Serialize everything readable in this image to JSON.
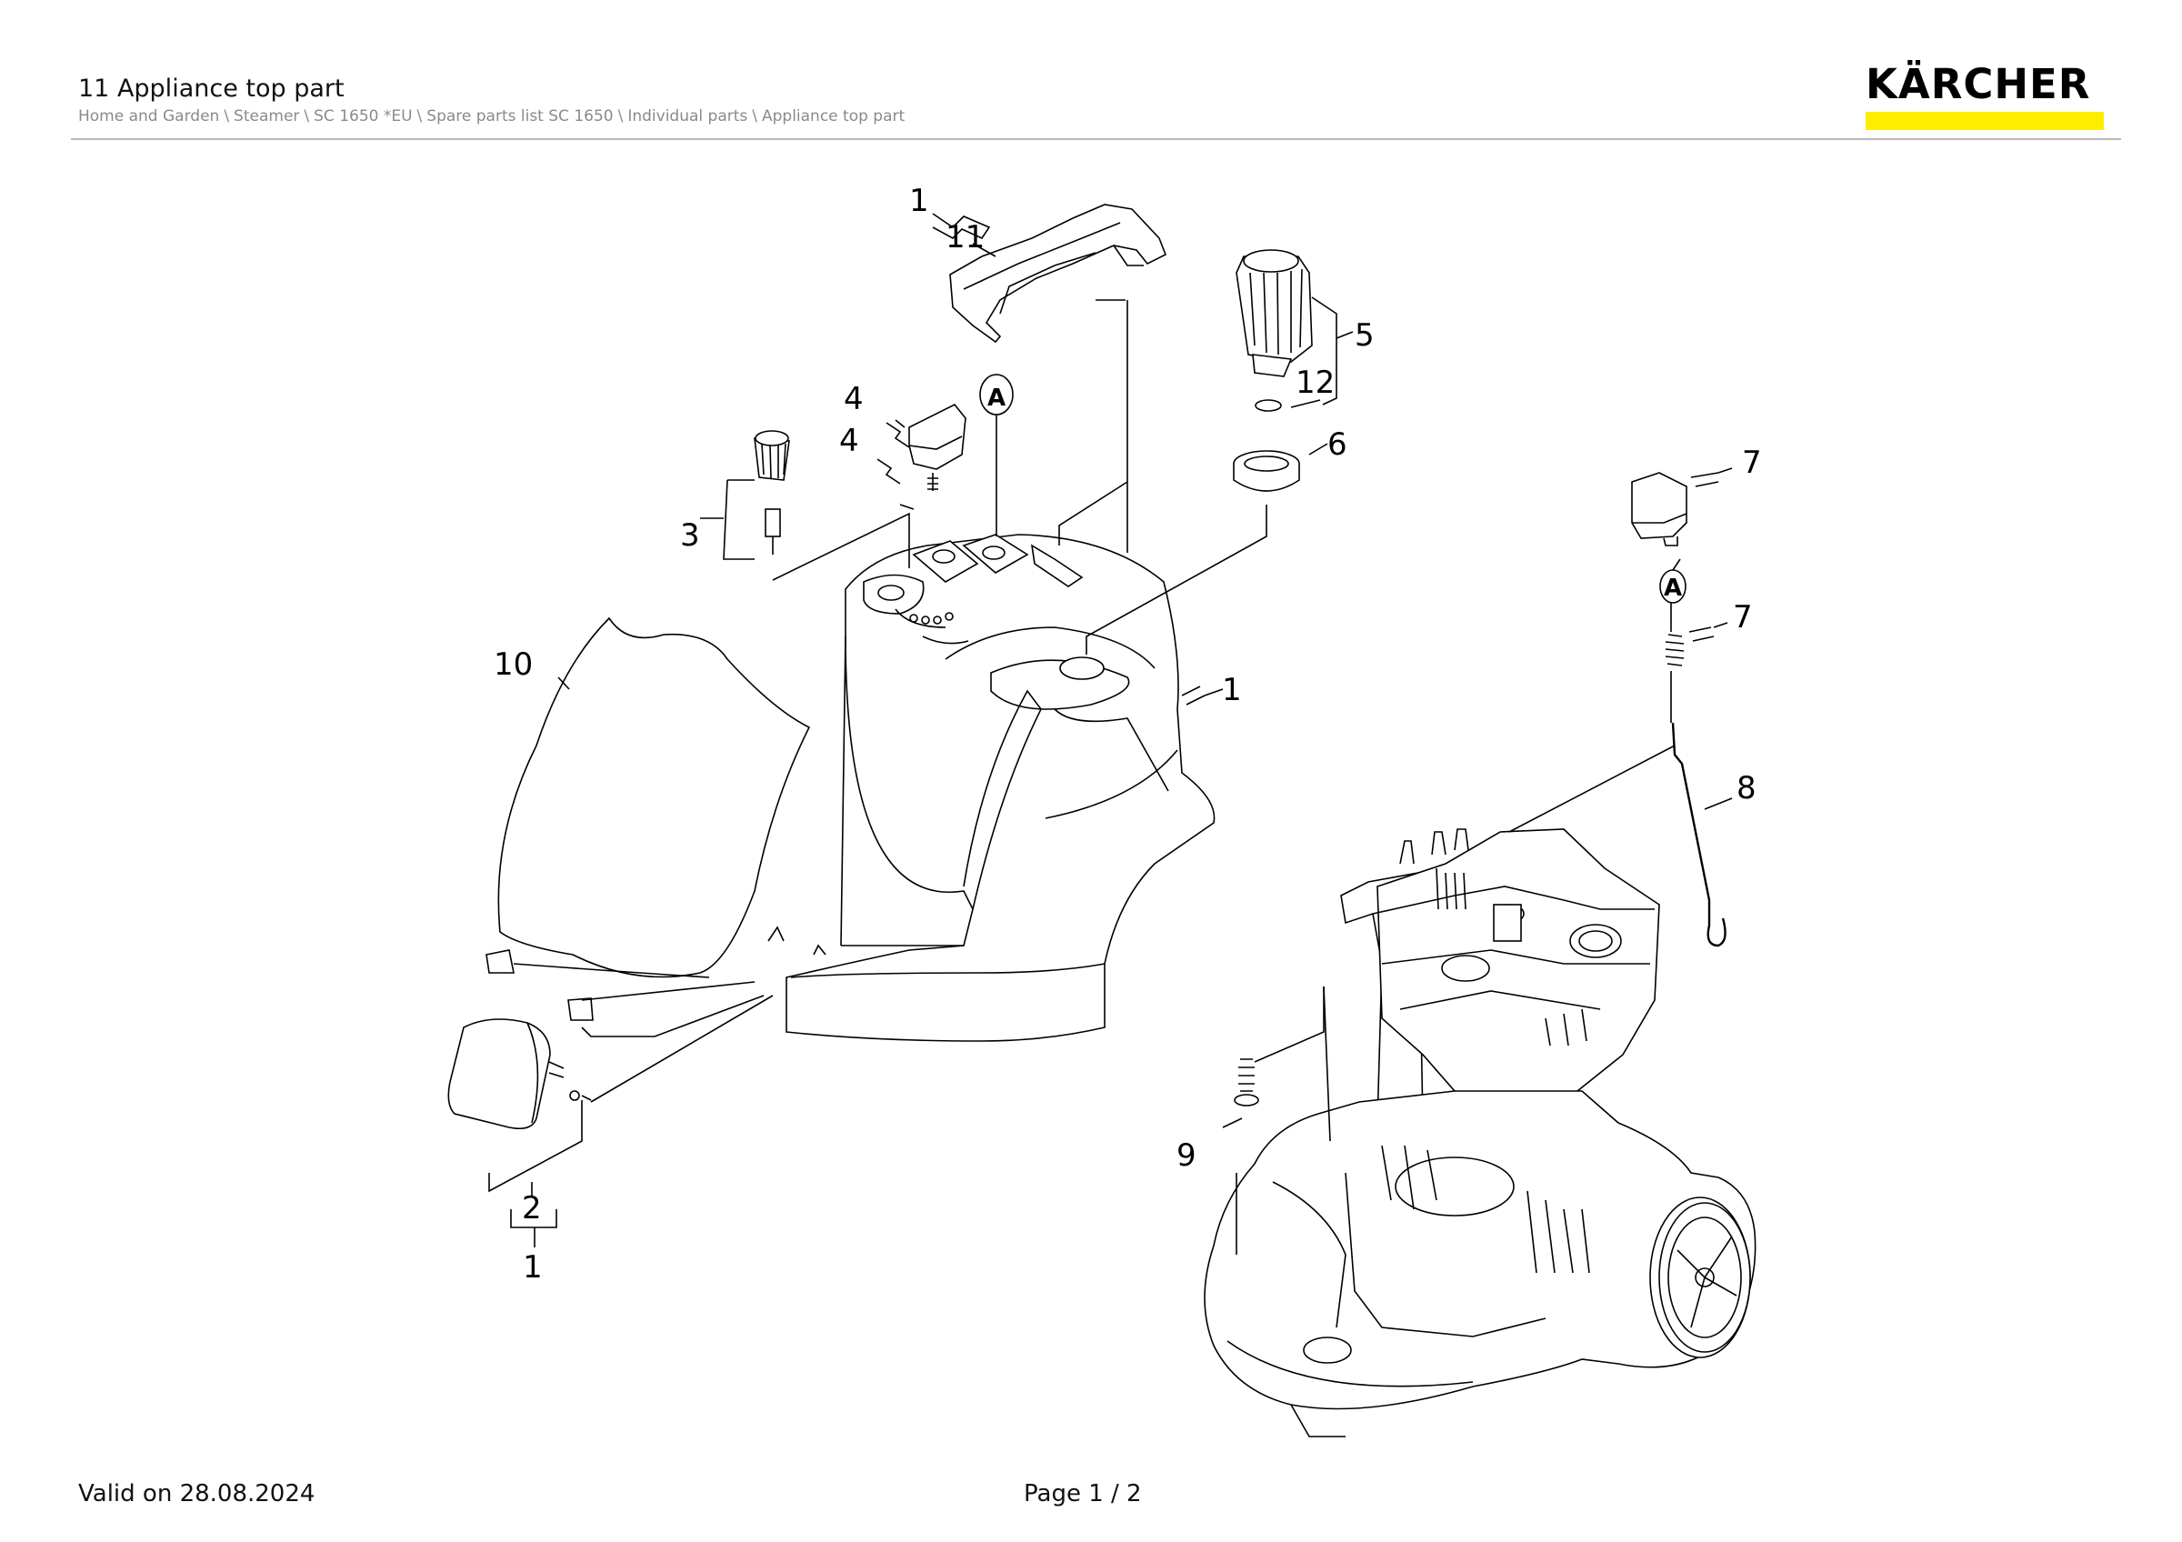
{
  "header": {
    "title": "11 Appliance top part",
    "breadcrumb": [
      "Home and Garden",
      "Steamer",
      "SC 1650 *EU",
      "Spare parts list SC 1650",
      "Individual parts",
      "Appliance top part"
    ],
    "separator": "\\"
  },
  "logo": {
    "text": "KÄRCHER",
    "bar_color": "#ffed00"
  },
  "callouts": {
    "c1_top": "1",
    "c11": "11",
    "c4a": "4",
    "c4b": "4",
    "cA1": "A",
    "c3": "3",
    "c5": "5",
    "c12": "12",
    "c6": "6",
    "c1_right": "1",
    "c10": "10",
    "c7a": "7",
    "cA2": "A",
    "c7b": "7",
    "c8": "8",
    "c9": "9",
    "c2": "2",
    "c1_bottom": "1"
  },
  "footer": {
    "valid": "Valid on 28.08.2024",
    "page": "Page 1 / 2"
  }
}
